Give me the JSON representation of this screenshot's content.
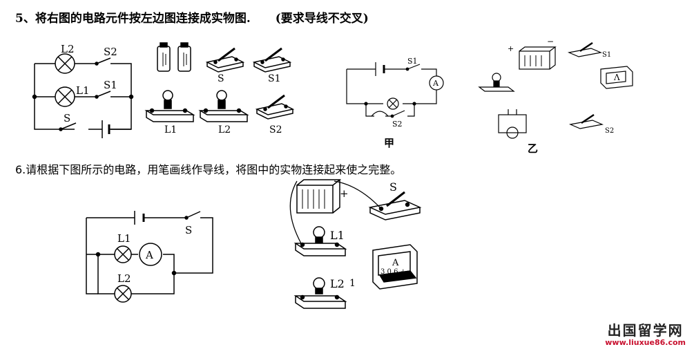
{
  "q5": {
    "number": "5、",
    "text": "将右图的电路元件按左边图连接成实物图.",
    "requirement": "(要求导线不交叉)",
    "left_circuit": {
      "labels": {
        "l2": "L2",
        "l1": "L1",
        "s2": "S2",
        "s1": "S1",
        "s": "S"
      }
    },
    "left_parts": {
      "labels": {
        "s": "S",
        "s1": "S1",
        "l1": "L1",
        "l2": "L2",
        "s2": "S2"
      }
    },
    "right_circuit": {
      "labels": {
        "s1": "S1",
        "a": "A",
        "s2": "S2"
      },
      "caption": "甲"
    },
    "right_parts": {
      "labels": {
        "plus": "+",
        "minus": "−",
        "s1": "S1",
        "s2": "S2",
        "meter": "Λ"
      },
      "caption": "乙"
    }
  },
  "q6": {
    "text": "6.请根据下图所示的电路，用笔画线作导线，将图中的实物连接起来使之完整。",
    "circuit": {
      "labels": {
        "l1": "L1",
        "a": "A",
        "s": "S",
        "l2": "L2"
      }
    },
    "parts": {
      "labels": {
        "plus": "+",
        "s": "S",
        "l1": "L1",
        "l2": "L2",
        "note": "1",
        "a": "A",
        "scale": "3 0.6 +"
      }
    }
  },
  "watermark": {
    "site": "出国留学网",
    "url": "www.liuxue86.com"
  }
}
